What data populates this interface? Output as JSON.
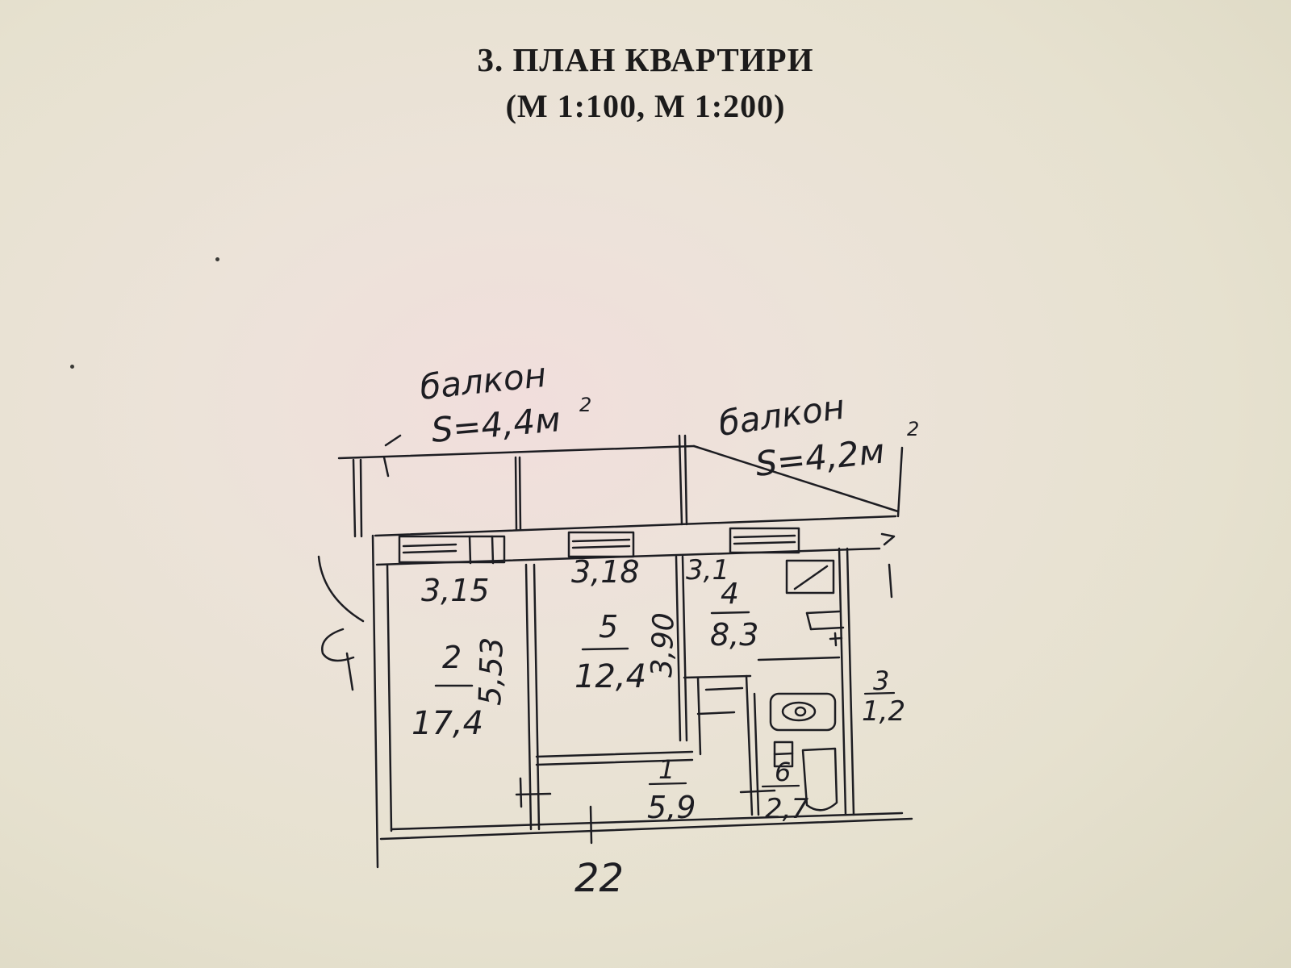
{
  "header": {
    "title": "3.   ПЛАН  КВАРТИРИ",
    "scale": "(М 1:100, М 1:200)"
  },
  "balconies": [
    {
      "label": "балкон",
      "area": "S=4,4м",
      "sup": "2"
    },
    {
      "label": "балкон",
      "area": "S=4,2м",
      "sup": "2"
    }
  ],
  "rooms": [
    {
      "num": "2",
      "area": "17,4",
      "width": "3,15",
      "length": "5,53"
    },
    {
      "num": "5",
      "area": "12,4",
      "width": "3,18",
      "length": "3,90"
    },
    {
      "num": "4",
      "area": "8,3",
      "width": "3,1"
    },
    {
      "num": "3",
      "area": "1,2"
    },
    {
      "num": "1",
      "area": "5,9"
    },
    {
      "num": "6",
      "area": "2,7"
    }
  ],
  "dimension_bottom": "22",
  "colors": {
    "paper": "#e7e2d1",
    "ink": "#1d1d22",
    "print": "#1c1b1b"
  }
}
